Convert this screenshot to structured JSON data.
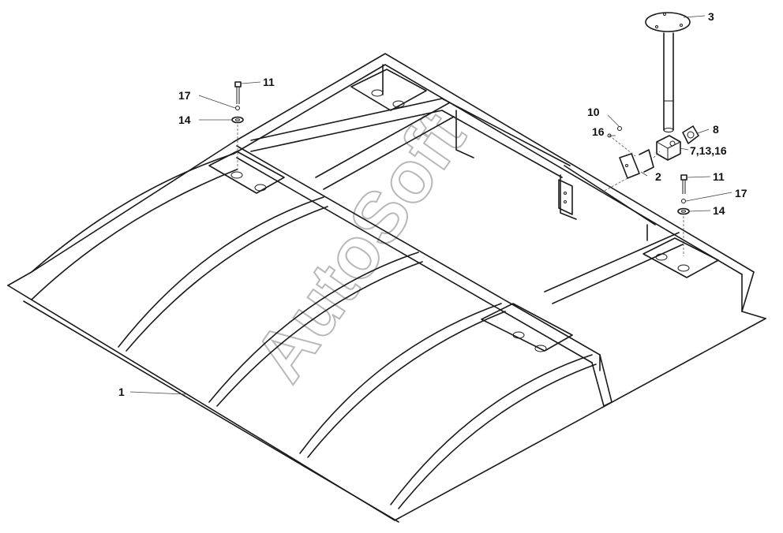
{
  "watermark": "AutoSoft",
  "labels": {
    "p1": "1",
    "p2": "2",
    "p3": "3",
    "p8": "8",
    "p10": "10",
    "p7_13_16": "7,13,16",
    "p11a": "11",
    "p11b": "11",
    "p14a": "14",
    "p14b": "14",
    "p16": "16",
    "p17a": "17",
    "p17b": "17"
  }
}
